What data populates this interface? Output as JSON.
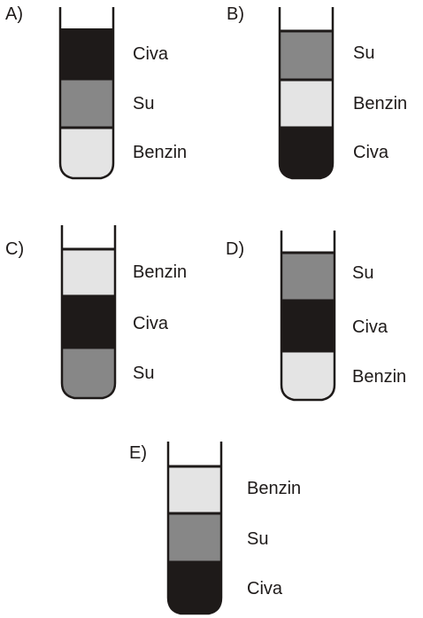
{
  "colors": {
    "black": "#1e1a19",
    "gray": "#878787",
    "light": "#e4e4e4",
    "outline": "#1e1a19"
  },
  "options": [
    {
      "letter": "A)",
      "layers": [
        {
          "label": "Civa",
          "color": "black"
        },
        {
          "label": "Su",
          "color": "gray"
        },
        {
          "label": "Benzin",
          "color": "light"
        }
      ]
    },
    {
      "letter": "B)",
      "layers": [
        {
          "label": "Su",
          "color": "gray"
        },
        {
          "label": "Benzin",
          "color": "light"
        },
        {
          "label": "Civa",
          "color": "black"
        }
      ]
    },
    {
      "letter": "C)",
      "layers": [
        {
          "label": "Benzin",
          "color": "light"
        },
        {
          "label": "Civa",
          "color": "black"
        },
        {
          "label": "Su",
          "color": "gray"
        }
      ]
    },
    {
      "letter": "D)",
      "layers": [
        {
          "label": "Su",
          "color": "gray"
        },
        {
          "label": "Civa",
          "color": "black"
        },
        {
          "label": "Benzin",
          "color": "light"
        }
      ]
    },
    {
      "letter": "E)",
      "layers": [
        {
          "label": "Benzin",
          "color": "light"
        },
        {
          "label": "Su",
          "color": "gray"
        },
        {
          "label": "Civa",
          "color": "black"
        }
      ]
    }
  ]
}
